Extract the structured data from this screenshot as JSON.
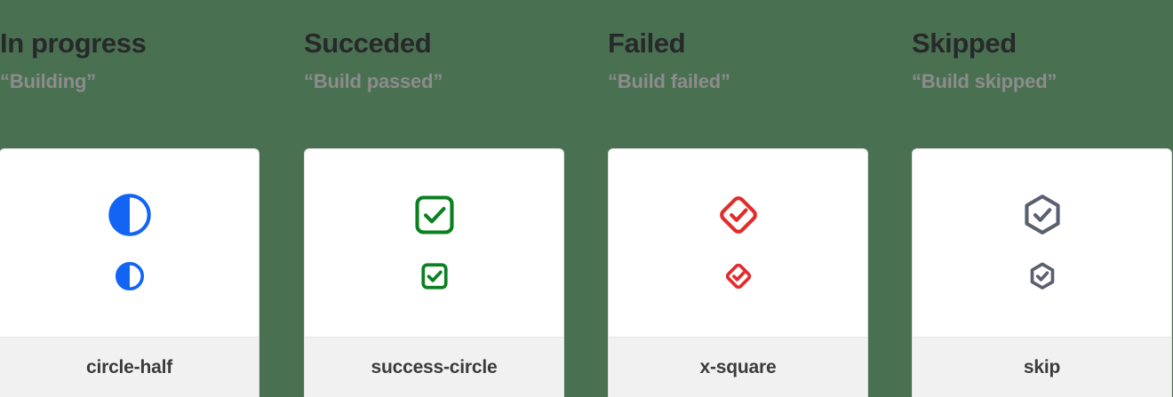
{
  "page": {
    "background_color": "#4a7052",
    "card_background": "#ffffff",
    "card_footer_background": "#f1f1f1"
  },
  "columns": [
    {
      "heading": "In progress",
      "subheading": "“Building”",
      "card": {
        "label": "circle-half",
        "icon_name": "circle-half-icon",
        "icon_color": "#1264f5"
      }
    },
    {
      "heading": "Succeded",
      "subheading": "“Build passed”",
      "card": {
        "label": "success-circle",
        "icon_name": "check-square-icon",
        "icon_color": "#0a8020"
      }
    },
    {
      "heading": "Failed",
      "subheading": "“Build failed”",
      "card": {
        "label": "x-square",
        "icon_name": "check-diamond-icon",
        "icon_color": "#e22b2b"
      }
    },
    {
      "heading": "Skipped",
      "subheading": "“Build skipped”",
      "card": {
        "label": "skip",
        "icon_name": "check-hexagon-icon",
        "icon_color": "#5b6070"
      }
    }
  ]
}
